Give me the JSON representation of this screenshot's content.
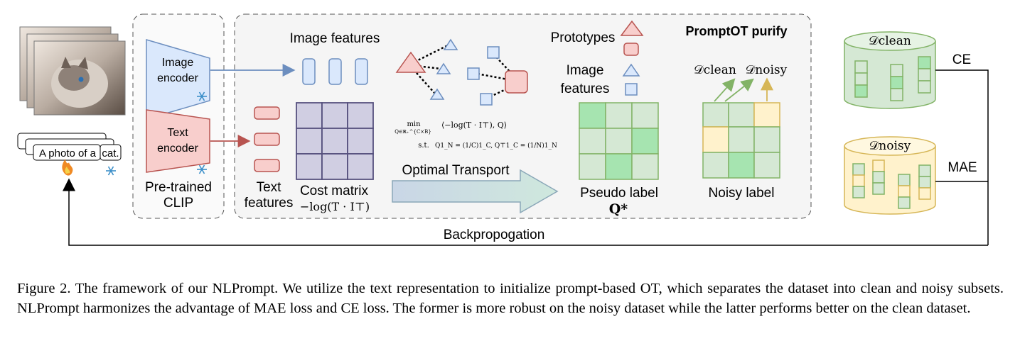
{
  "clip": {
    "image_encoder": "Image\nencoder",
    "text_encoder": "Text\nencoder",
    "pretrained": "Pre-trained\nCLIP",
    "prompt_left": "A photo of a",
    "prompt_right": "cat.",
    "fire_icon": "fire-icon",
    "frozen_icon": "snowflake-icon"
  },
  "features": {
    "image_features": "Image features",
    "text_features": "Text\nfeatures",
    "cost_matrix": "Cost matrix",
    "cost_formula": "−log(T · I⊤)"
  },
  "ot": {
    "min": "min",
    "domain": "Q∈ℝ₊^{C×B}",
    "objective": "⟨−log(T · I⊤), Q⟩",
    "st": "s.t.",
    "constraint": "Q1_N = (1/C)1_C,  Q⊤1_C = (1/N)1_N",
    "arrow_label": "Optimal Transport"
  },
  "purify": {
    "title": "PromptOT purify",
    "prototypes": "Prototypes",
    "image_features": "Image\nfeatures",
    "pseudo_label": "Pseudo label",
    "pseudo_symbol": "Q*",
    "noisy_label": "Noisy label",
    "d_clean": "𝒟clean",
    "d_noisy": "𝒟noisy"
  },
  "datasets": {
    "clean": "𝒟clean",
    "noisy": "𝒟noisy",
    "ce": "CE",
    "mae": "MAE"
  },
  "backprop": "Backpropogation",
  "caption": "Figure 2. The framework of our NLPrompt. We utilize the text representation to initialize prompt-based OT, which separates the dataset into clean and noisy subsets. NLPrompt harmonizes the advantage of MAE loss and CE loss. The former is more robust on the noisy dataset while the latter performs better on the clean dataset.",
  "colors": {
    "image_blue": "#dae8fc",
    "image_blue_stroke": "#6c8ebf",
    "text_red": "#f8cecc",
    "text_red_stroke": "#b85450",
    "cost_purple": "#d0cee2",
    "cost_purple_stroke": "#56517e",
    "green_light": "#d5e8d4",
    "green_dark": "#a6e4b0",
    "green_stroke": "#82b366",
    "yellow_light": "#fff2cc",
    "yellow_stroke": "#d6b656",
    "panel_grey": "#f5f5f5"
  }
}
